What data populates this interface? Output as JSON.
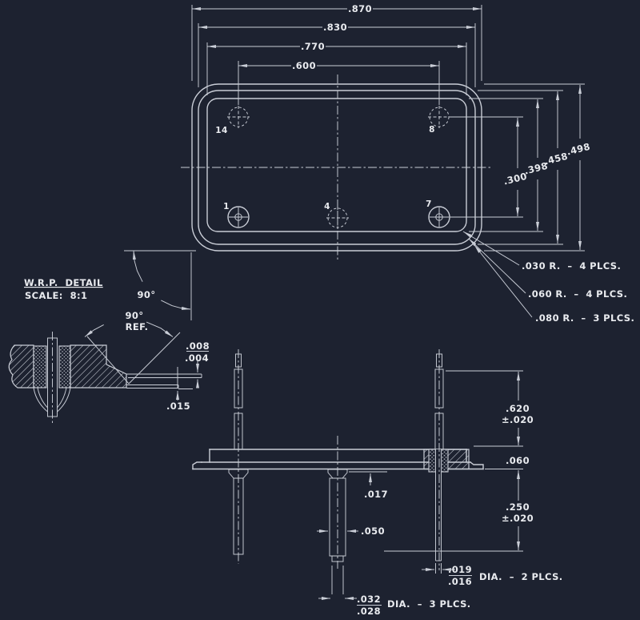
{
  "canvas": {
    "background": "#1d2230",
    "line_color": "#c9cdd6",
    "text_color": "#e9ebef"
  },
  "top_view": {
    "width_dims": [
      ".870",
      ".830",
      ".770",
      ".600"
    ],
    "height_dims": [
      ".498",
      ".458",
      ".398",
      ".300"
    ],
    "pin_labels": [
      "14",
      "8",
      "1",
      "4",
      "7"
    ],
    "angle_label": "90°",
    "radius_notes": [
      ".030 R.  –  4 PLCS.",
      ".060 R.  –  4 PLCS.",
      ".080 R.  –  3 PLCS."
    ]
  },
  "detail_view": {
    "title": "W.R.P.  DETAIL",
    "scale": "SCALE:  8:1",
    "angle": "90°",
    "angle_ref": "REF.",
    "flange_max": ".008",
    "flange_min": ".004",
    "base_thickness": ".015"
  },
  "side_view": {
    "pin_above": ".620",
    "pin_above_tol": "±.020",
    "base_thickness": ".060",
    "pin_below": ".250",
    "pin_below_tol": "±.020",
    "standoff": ".017",
    "pin_barrel": ".050",
    "dia_small_max": ".019",
    "dia_small_min": ".016",
    "dia_small_note": "DIA.  –  2 PLCS.",
    "dia_large_max": ".032",
    "dia_large_min": ".028",
    "dia_large_note": "DIA.  –  3 PLCS."
  }
}
